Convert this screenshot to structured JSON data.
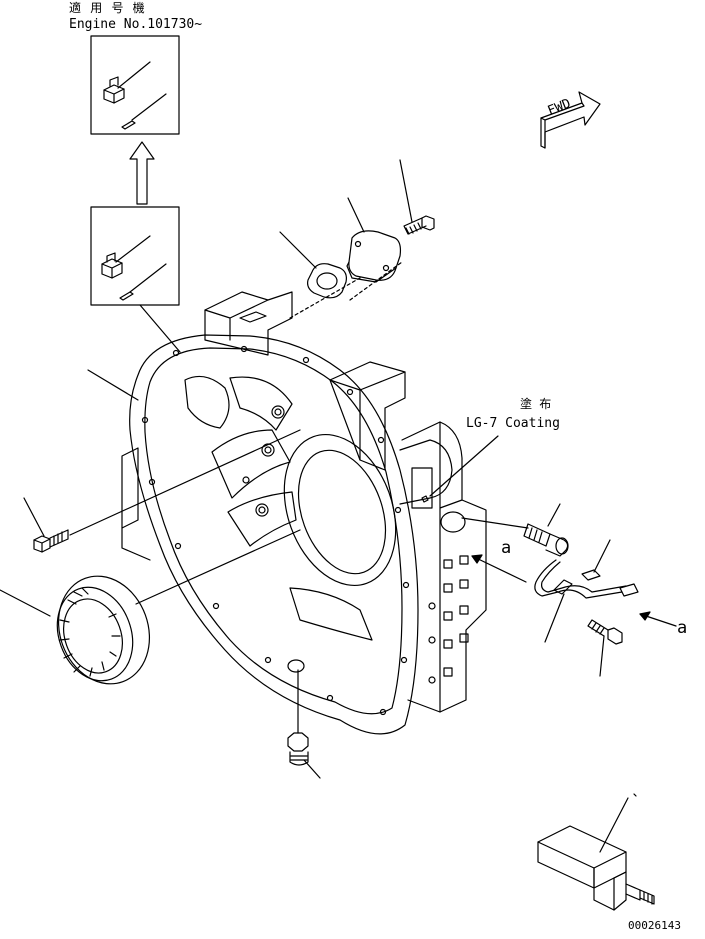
{
  "applicability": {
    "heading_jp": "適 用 号 機",
    "serial": "Engine No.101730~"
  },
  "coating": {
    "label_jp": "塗 布",
    "label_en": "LG-7 Coating"
  },
  "fwd_sign": "FWD",
  "view_markers": {
    "left": "a",
    "right": "a"
  },
  "drawing_number": "00026143",
  "colors": {
    "line": "#000000",
    "background": "#ffffff"
  }
}
